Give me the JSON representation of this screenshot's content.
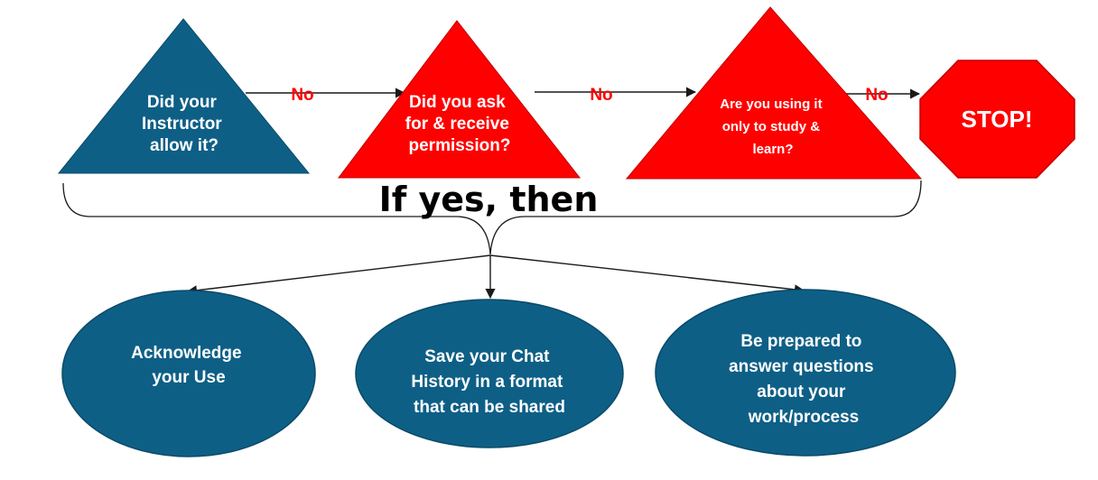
{
  "colors": {
    "blue": "#0e5f86",
    "red": "#ff0000",
    "red_outline": "#c00000",
    "blue_outline": "#0a4a69",
    "no_label": "#ff0000",
    "lines": "#1a1a1a"
  },
  "decisions": [
    {
      "lines": [
        "Did your",
        "Instructor",
        "allow it?"
      ]
    },
    {
      "lines": [
        "Did you ask",
        "for & receive",
        "permission?"
      ]
    },
    {
      "lines": [
        "Are you using it",
        "only to study &",
        "learn?"
      ]
    }
  ],
  "stop": {
    "label": "STOP!"
  },
  "no_labels": [
    "No",
    "No",
    "No"
  ],
  "brace": {
    "label": "If yes, then"
  },
  "outcomes": [
    {
      "lines": [
        "Acknowledge",
        "your Use"
      ]
    },
    {
      "lines": [
        "Save your Chat",
        "History in a format",
        "that can be shared"
      ]
    },
    {
      "lines": [
        "Be prepared to",
        "answer questions",
        "about your",
        "work/process"
      ]
    }
  ]
}
